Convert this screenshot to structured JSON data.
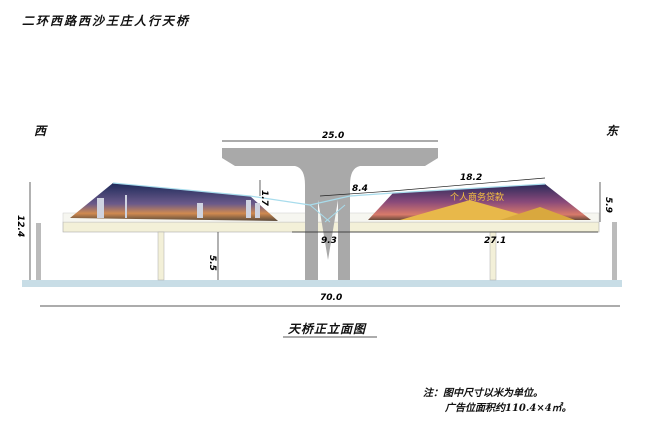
{
  "title": "二环西路西沙王庄人行天桥",
  "west": "西",
  "east": "东",
  "dims": {
    "deck_width": "25.0",
    "left_gap": "1.7",
    "mid_span": "8.4",
    "right_board": "18.2",
    "total_height": "12.4",
    "right_height": "5.9",
    "center_span": "9.3",
    "right_span": "27.1",
    "clearance": "5.5",
    "total_length": "70.0"
  },
  "billboard_right_text": "个人商务贷款",
  "drawing_title": "天桥正立面图",
  "note_line1": "注：图中尺寸以米为单位。",
  "note_line2": "广告位面积约110.4×4㎡。",
  "colors": {
    "ground": "#c8dde6",
    "deck": "#f3f0d8",
    "pier": "#a9a9a9",
    "cable": "#a8dcec"
  }
}
